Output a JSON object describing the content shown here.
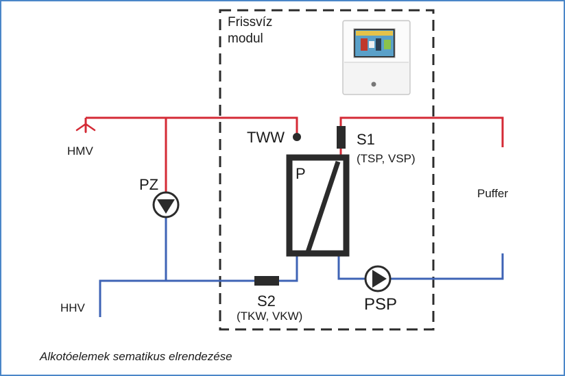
{
  "module": {
    "title_line1": "Frissvíz",
    "title_line2": "modul"
  },
  "labels": {
    "hmv": "HMV",
    "hhv": "HHV",
    "pz": "PZ",
    "tww": "TWW",
    "s1": "S1",
    "s1_sub": "(TSP, VSP)",
    "p": "P",
    "s2": "S2",
    "s2_sub": "(TKW, VKW)",
    "psp": "PSP",
    "puffer": "Puffer"
  },
  "caption": "Alkotóelemek sematikus elrendezése",
  "colors": {
    "hot_pipe": "#d42a35",
    "cold_pipe": "#3e63b5",
    "frame_border": "#4a86c8",
    "outline": "#2b2b2b",
    "sensor_fill": "#2b2b2b",
    "controller_body": "#f4f4f4",
    "controller_screen": "#5aa0c8"
  },
  "icons": {
    "tap": "tap-outlet-icon",
    "pump": "circulation-pump-icon",
    "controller": "controller-unit-icon"
  }
}
